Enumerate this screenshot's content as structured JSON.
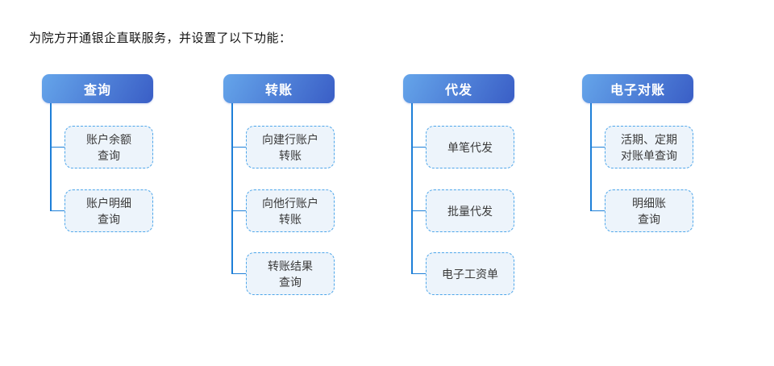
{
  "title": "为院方开通银企直联服务，并设置了以下功能：",
  "colors": {
    "header_gradient_start": "#65a5ea",
    "header_gradient_end": "#3a5ec6",
    "child_border": "#4da6ea",
    "child_background": "#edf4fb",
    "connector": "#1d7fd8",
    "child_text": "#3a3a3a",
    "title_text": "#141414"
  },
  "columns": [
    {
      "header": "查询",
      "items": [
        "账户余额\n查询",
        "账户明细\n查询"
      ]
    },
    {
      "header": "转账",
      "items": [
        "向建行账户\n转账",
        "向他行账户\n转账",
        "转账结果\n查询"
      ]
    },
    {
      "header": "代发",
      "items": [
        "单笔代发",
        "批量代发",
        "电子工资单"
      ]
    },
    {
      "header": "电子对账",
      "items": [
        "活期、定期\n对账单查询",
        "明细账\n查询"
      ]
    }
  ]
}
